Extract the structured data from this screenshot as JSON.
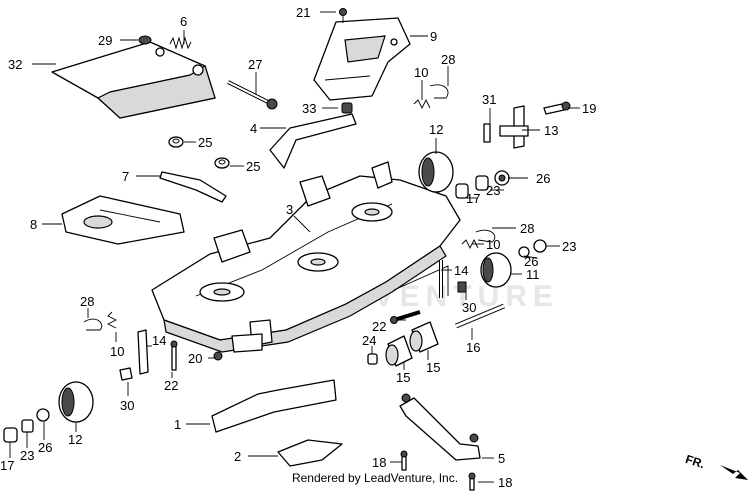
{
  "diagram": {
    "watermark": "LEADVENTURE",
    "credit": "Rendered by LeadVenture, Inc.",
    "direction_label": "FR.",
    "callouts": [
      {
        "id": "c21a",
        "label": "21"
      },
      {
        "id": "c9",
        "label": "9"
      },
      {
        "id": "c6",
        "label": "6"
      },
      {
        "id": "c29",
        "label": "29"
      },
      {
        "id": "c32",
        "label": "32"
      },
      {
        "id": "c27",
        "label": "27"
      },
      {
        "id": "c10a",
        "label": "10"
      },
      {
        "id": "c28a",
        "label": "28"
      },
      {
        "id": "c33",
        "label": "33"
      },
      {
        "id": "c31",
        "label": "31"
      },
      {
        "id": "c19",
        "label": "19"
      },
      {
        "id": "c4",
        "label": "4"
      },
      {
        "id": "c25a",
        "label": "25"
      },
      {
        "id": "c12a",
        "label": "12"
      },
      {
        "id": "c13",
        "label": "13"
      },
      {
        "id": "c25b",
        "label": "25"
      },
      {
        "id": "c7",
        "label": "7"
      },
      {
        "id": "c26a",
        "label": "26"
      },
      {
        "id": "c23a",
        "label": "23"
      },
      {
        "id": "c17a",
        "label": "17"
      },
      {
        "id": "c3",
        "label": "3"
      },
      {
        "id": "c8",
        "label": "8"
      },
      {
        "id": "c28b",
        "label": "28"
      },
      {
        "id": "c23b",
        "label": "23"
      },
      {
        "id": "c10b",
        "label": "10"
      },
      {
        "id": "c26b",
        "label": "26"
      },
      {
        "id": "c14a",
        "label": "14"
      },
      {
        "id": "c11",
        "label": "11"
      },
      {
        "id": "c30a",
        "label": "30"
      },
      {
        "id": "c28c",
        "label": "28"
      },
      {
        "id": "c22a",
        "label": "22"
      },
      {
        "id": "c10c",
        "label": "10"
      },
      {
        "id": "c14b",
        "label": "14"
      },
      {
        "id": "c24",
        "label": "24"
      },
      {
        "id": "c16",
        "label": "16"
      },
      {
        "id": "c20",
        "label": "20"
      },
      {
        "id": "c22b",
        "label": "22"
      },
      {
        "id": "c15a",
        "label": "15"
      },
      {
        "id": "c15b",
        "label": "15"
      },
      {
        "id": "c30b",
        "label": "30"
      },
      {
        "id": "c1",
        "label": "1"
      },
      {
        "id": "c12b",
        "label": "12"
      },
      {
        "id": "c26c",
        "label": "26"
      },
      {
        "id": "c23c",
        "label": "23"
      },
      {
        "id": "c17b",
        "label": "17"
      },
      {
        "id": "c2",
        "label": "2"
      },
      {
        "id": "c18a",
        "label": "18"
      },
      {
        "id": "c5",
        "label": "5"
      },
      {
        "id": "c18b",
        "label": "18"
      }
    ]
  }
}
